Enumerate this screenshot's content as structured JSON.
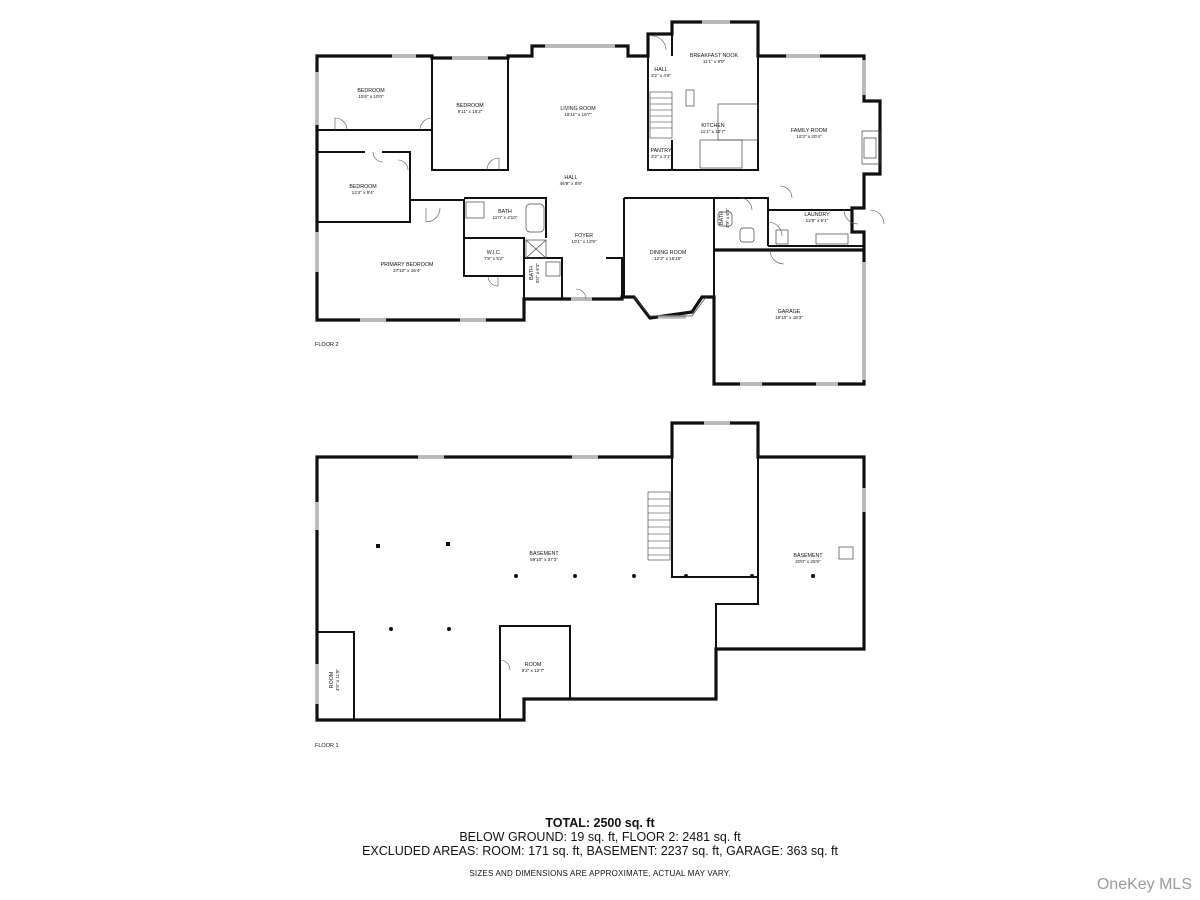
{
  "floor2": {
    "label": "FLOOR 2",
    "rooms": [
      {
        "name": "BEDROOM",
        "dim": "15'6\" x 10'0\""
      },
      {
        "name": "BEDROOM",
        "dim": "9'11\" x 15'2\""
      },
      {
        "name": "LIVING ROOM",
        "dim": "18'11\" x 16'7\""
      },
      {
        "name": "HALL",
        "dim": "3'2\" x 4'6\""
      },
      {
        "name": "BREAKFAST NOOK",
        "dim": "11'1\" x 9'0\""
      },
      {
        "name": "KITCHEN",
        "dim": "11'1\" x 10'7\""
      },
      {
        "name": "PANTRY",
        "dim": "3'2\" x 3'1\""
      },
      {
        "name": "FAMILY ROOM",
        "dim": "16'3\" x 20'4\""
      },
      {
        "name": "BEDROOM",
        "dim": "12'4\" x 9'4\""
      },
      {
        "name": "HALL",
        "dim": "46'9\" x 8'8\""
      },
      {
        "name": "BATH",
        "dim": "11'0\" x 4'10\""
      },
      {
        "name": "FOYER",
        "dim": "10'1\" x 13'9\""
      },
      {
        "name": "DINING ROOM",
        "dim": "12'2\" x 15'10\""
      },
      {
        "name": "BATH",
        "dim": "4'9\" x 6'3\""
      },
      {
        "name": "LAUNDRY",
        "dim": "12'6\" x 5'1\""
      },
      {
        "name": "PRIMARY BEDROOM",
        "dim": "27'10\" x 16'4\""
      },
      {
        "name": "W.I.C.",
        "dim": "7'8\" x 5'2\""
      },
      {
        "name": "BATH",
        "dim": "8'0\" x 6'3\""
      },
      {
        "name": "GARAGE",
        "dim": "19'10\" x 18'3\""
      }
    ]
  },
  "floor1": {
    "label": "FLOOR 1",
    "rooms": [
      {
        "name": "BASEMENT",
        "dim": "59'10\" x 37'3\""
      },
      {
        "name": "BASEMENT",
        "dim": "20'0\" x 25'9\""
      },
      {
        "name": "ROOM",
        "dim": "9'2\" x 12'7\""
      },
      {
        "name": "ROOM",
        "dim": "4'9\" x 11'8\""
      }
    ]
  },
  "summary": {
    "total": "TOTAL: 2500 sq. ft",
    "line2": "BELOW GROUND: 19 sq. ft, FLOOR 2: 2481 sq. ft",
    "line3": "EXCLUDED AREAS: ROOM: 171 sq. ft, BASEMENT: 2237 sq. ft, GARAGE: 363 sq. ft",
    "disclaimer": "SIZES AND DIMENSIONS ARE APPROXIMATE, ACTUAL MAY VARY."
  },
  "watermark": "OneKey MLS",
  "colors": {
    "wall": "#111111",
    "window": "#b9b9b9",
    "background": "#ffffff"
  }
}
